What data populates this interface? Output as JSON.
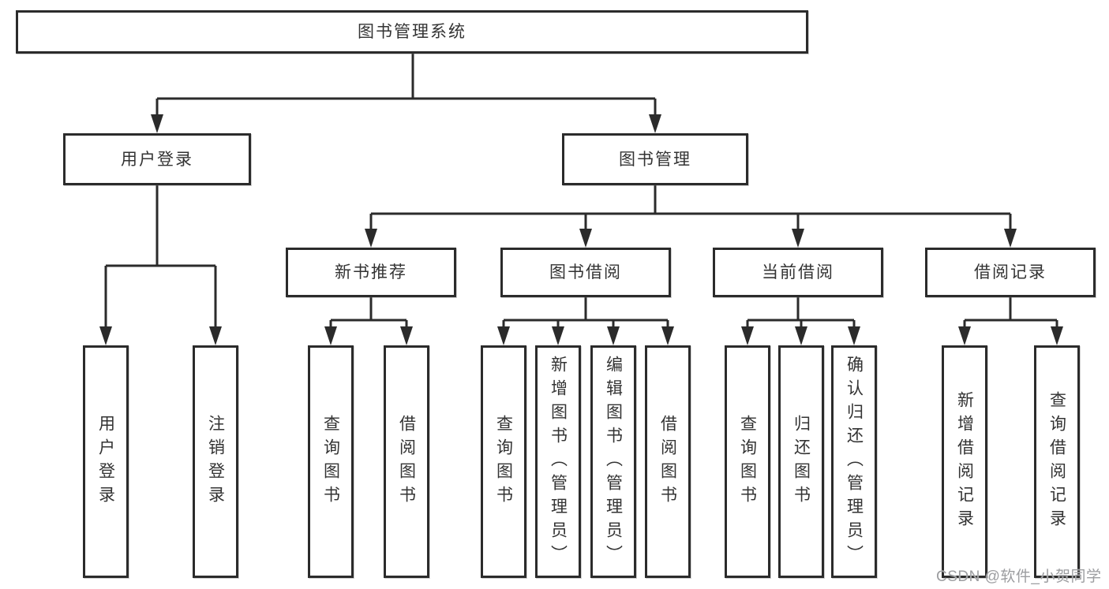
{
  "diagram": {
    "title": {
      "label": "图书管理系统"
    },
    "branches": [
      {
        "label": "用户登录",
        "children": [
          {
            "label": "用户登录"
          },
          {
            "label": "注销登录"
          }
        ]
      },
      {
        "label": "图书管理",
        "children": [
          {
            "label": "新书推荐",
            "children": [
              {
                "label": "查询图书"
              },
              {
                "label": "借阅图书"
              }
            ]
          },
          {
            "label": "图书借阅",
            "children": [
              {
                "label": "查询图书"
              },
              {
                "label": "新增图书（管理员）"
              },
              {
                "label": "编辑图书（管理员）"
              },
              {
                "label": "借阅图书"
              }
            ]
          },
          {
            "label": "当前借阅",
            "children": [
              {
                "label": "查询图书"
              },
              {
                "label": "归还图书"
              },
              {
                "label": "确认归还（管理员）"
              }
            ]
          },
          {
            "label": "借阅记录",
            "children": [
              {
                "label": "新增借阅记录"
              },
              {
                "label": "查询借阅记录"
              }
            ]
          }
        ]
      }
    ]
  },
  "watermark": {
    "text": "CSDN @软件_小贺同学"
  },
  "colors": {
    "line": "#2b2b2b",
    "text": "#333333",
    "watermark": "#9c9da0",
    "background": "#ffffff"
  }
}
